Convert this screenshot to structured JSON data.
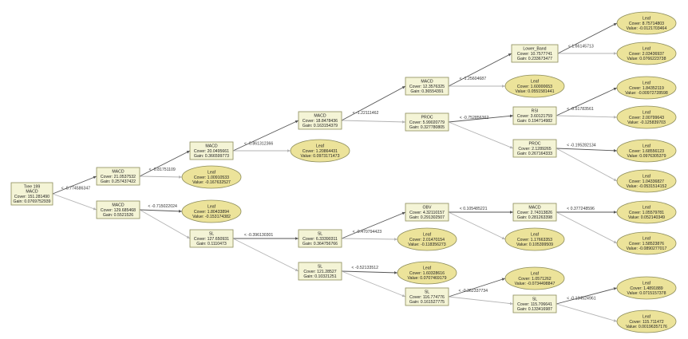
{
  "colors": {
    "split_fill": "#f4f4d6",
    "split_border": "#8c8c5a",
    "leaf_fill": "#ece39a",
    "edge_yes": "#555555",
    "edge_no": "#b3b3b3"
  },
  "nodes": [
    {
      "id": "n0",
      "kind": "split",
      "lines": [
        "Tree 199",
        "MACD",
        "Cover: 151.281490",
        "Gain: 0.0769752939"
      ]
    },
    {
      "id": "n1",
      "kind": "split",
      "lines": [
        "MACD",
        "Cover: 21.0537532",
        "Gain: 0.257437422"
      ]
    },
    {
      "id": "n2",
      "kind": "split",
      "lines": [
        "MACD",
        "Cover: 129.685468",
        "Gain: 0.5521526"
      ]
    },
    {
      "id": "n3",
      "kind": "split",
      "lines": [
        "MACD",
        "Cover: 20.0495661",
        "Gain: 0.366599773"
      ]
    },
    {
      "id": "n4",
      "kind": "leaf",
      "lines": [
        "Leaf",
        "Cover: 1.00910533",
        "Value: -0.167632527"
      ]
    },
    {
      "id": "n5",
      "kind": "leaf",
      "lines": [
        "Leaf",
        "Cover: 1.80433894",
        "Value: -0.153174382"
      ]
    },
    {
      "id": "n6",
      "kind": "split",
      "lines": [
        "SL",
        "Cover: 127.650931",
        "Gain: 0.1110473"
      ]
    },
    {
      "id": "n7",
      "kind": "split",
      "lines": [
        "MACD",
        "Cover: 18.8478436",
        "Gain: 0.163154379"
      ]
    },
    {
      "id": "n8",
      "kind": "leaf",
      "lines": [
        "Leaf",
        "Cover: 1.20864431",
        "Value: 0.0973171473"
      ]
    },
    {
      "id": "n9",
      "kind": "split",
      "lines": [
        "SL",
        "Cover: 6.33390311",
        "Gain: 0.364756766"
      ]
    },
    {
      "id": "n10",
      "kind": "split",
      "lines": [
        "SL",
        "Cover: 121.28527",
        "Gain: 0.10321251"
      ]
    },
    {
      "id": "n11",
      "kind": "split",
      "lines": [
        "MACD",
        "Cover: 12.3576325",
        "Gain: 0.36554391"
      ]
    },
    {
      "id": "n12",
      "kind": "split",
      "lines": [
        "PROC",
        "Cover: 5.99020779",
        "Gain: 0.327780805"
      ]
    },
    {
      "id": "n13",
      "kind": "split",
      "lines": [
        "OBV",
        "Cover: 4.32110157",
        "Gain: 0.291302507"
      ]
    },
    {
      "id": "n14",
      "kind": "leaf",
      "lines": [
        "Leaf",
        "Cover: 2.01470154",
        "Value: -0.118356273"
      ]
    },
    {
      "id": "n15",
      "kind": "leaf",
      "lines": [
        "Leaf",
        "Cover: 1.60328616",
        "Value: 0.0707469179"
      ]
    },
    {
      "id": "n16",
      "kind": "split",
      "lines": [
        "SL",
        "Cover: 116.774776",
        "Gain: 0.161527775"
      ]
    },
    {
      "id": "n17",
      "kind": "split",
      "lines": [
        "Lower_Band",
        "Cover: 10.7577741",
        "Gain: 0.233673477"
      ]
    },
    {
      "id": "n18",
      "kind": "leaf",
      "lines": [
        "Leaf",
        "Cover: 1.60000653",
        "Value: 0.0551581441"
      ]
    },
    {
      "id": "n19",
      "kind": "split",
      "lines": [
        "RSI",
        "Cover: 3.60121759",
        "Gain: 0.194714982"
      ]
    },
    {
      "id": "n20",
      "kind": "split",
      "lines": [
        "PROC",
        "Cover: 2.1289265",
        "Gain: 0.267164333"
      ]
    },
    {
      "id": "n21",
      "kind": "split",
      "lines": [
        "MACD",
        "Cover: 2.74313826",
        "Gain: 0.281263398"
      ]
    },
    {
      "id": "n22",
      "kind": "leaf",
      "lines": [
        "Leaf",
        "Cover: 1.17663353",
        "Value: 0.105399509"
      ]
    },
    {
      "id": "n23",
      "kind": "leaf",
      "lines": [
        "Leaf",
        "Cover: 1.0571262",
        "Value: -0.0734498847"
      ]
    },
    {
      "id": "n24",
      "kind": "split",
      "lines": [
        "SL",
        "Cover: 115.706641",
        "Gain: 0.133416987"
      ]
    },
    {
      "id": "n25",
      "kind": "leaf",
      "lines": [
        "Leaf",
        "Cover: 8.75714803",
        "Value: -0.0121703464"
      ]
    },
    {
      "id": "n26",
      "kind": "leaf",
      "lines": [
        "Leaf",
        "Cover: 2.03436937",
        "Value: 0.0766223738"
      ]
    },
    {
      "id": "n27",
      "kind": "leaf",
      "lines": [
        "Leaf",
        "Cover: 1.84352119",
        "Value: -0.00972728598"
      ]
    },
    {
      "id": "n28",
      "kind": "leaf",
      "lines": [
        "Leaf",
        "Cover: 2.00799643",
        "Value: -0.125839703"
      ]
    },
    {
      "id": "n29",
      "kind": "leaf",
      "lines": [
        "Leaf",
        "Cover: 1.68556123",
        "Value: 0.0976305379"
      ]
    },
    {
      "id": "n30",
      "kind": "leaf",
      "lines": [
        "Leaf",
        "Cover: 1.04336827",
        "Value: -0.0531514152"
      ]
    },
    {
      "id": "n31",
      "kind": "leaf",
      "lines": [
        "Leaf",
        "Cover: 1.05579781",
        "Value: 0.052140349"
      ]
    },
    {
      "id": "n32",
      "kind": "leaf",
      "lines": [
        "Leaf",
        "Cover: 1.58523876",
        "Value: -0.0890277017"
      ]
    },
    {
      "id": "n33",
      "kind": "leaf",
      "lines": [
        "Leaf",
        "Cover: 1.4891889",
        "Value: 0.0715157378"
      ]
    },
    {
      "id": "n34",
      "kind": "leaf",
      "lines": [
        "Leaf",
        "Cover: 115.711472",
        "Value: 0.00196357176"
      ]
    }
  ],
  "edges": [
    {
      "from": "n0",
      "to": "n1",
      "kind": "yes",
      "label": "< -0.774586347"
    },
    {
      "from": "n0",
      "to": "n2",
      "kind": "no",
      "label": ""
    },
    {
      "from": "n1",
      "to": "n3",
      "kind": "yes",
      "label": "< -0.81751109"
    },
    {
      "from": "n1",
      "to": "n4",
      "kind": "no",
      "label": ""
    },
    {
      "from": "n2",
      "to": "n5",
      "kind": "yes",
      "label": "< -0.715022024"
    },
    {
      "from": "n2",
      "to": "n6",
      "kind": "no",
      "label": ""
    },
    {
      "from": "n3",
      "to": "n7",
      "kind": "yes",
      "label": "< -0.861312366"
    },
    {
      "from": "n3",
      "to": "n8",
      "kind": "no",
      "label": ""
    },
    {
      "from": "n6",
      "to": "n9",
      "kind": "yes",
      "label": "< -0.396130301"
    },
    {
      "from": "n6",
      "to": "n10",
      "kind": "no",
      "label": ""
    },
    {
      "from": "n7",
      "to": "n11",
      "kind": "yes",
      "label": "< -1.22111462"
    },
    {
      "from": "n7",
      "to": "n12",
      "kind": "no",
      "label": ""
    },
    {
      "from": "n9",
      "to": "n13",
      "kind": "yes",
      "label": "< -0.470794423"
    },
    {
      "from": "n9",
      "to": "n14",
      "kind": "no",
      "label": ""
    },
    {
      "from": "n10",
      "to": "n15",
      "kind": "yes",
      "label": "< -0.52133512"
    },
    {
      "from": "n10",
      "to": "n16",
      "kind": "no",
      "label": ""
    },
    {
      "from": "n11",
      "to": "n17",
      "kind": "yes",
      "label": "< -1.25604687"
    },
    {
      "from": "n11",
      "to": "n18",
      "kind": "no",
      "label": ""
    },
    {
      "from": "n12",
      "to": "n19",
      "kind": "yes",
      "label": "< -0.752856362"
    },
    {
      "from": "n12",
      "to": "n20",
      "kind": "no",
      "label": ""
    },
    {
      "from": "n13",
      "to": "n21",
      "kind": "yes",
      "label": "< 0.105485221"
    },
    {
      "from": "n13",
      "to": "n22",
      "kind": "no",
      "label": ""
    },
    {
      "from": "n16",
      "to": "n23",
      "kind": "yes",
      "label": "< -0.362337734"
    },
    {
      "from": "n16",
      "to": "n24",
      "kind": "no",
      "label": ""
    },
    {
      "from": "n17",
      "to": "n25",
      "kind": "yes",
      "label": "< 1.66145713"
    },
    {
      "from": "n17",
      "to": "n26",
      "kind": "no",
      "label": ""
    },
    {
      "from": "n19",
      "to": "n27",
      "kind": "yes",
      "label": "< -0.51783561"
    },
    {
      "from": "n19",
      "to": "n28",
      "kind": "no",
      "label": ""
    },
    {
      "from": "n20",
      "to": "n29",
      "kind": "yes",
      "label": "< -0.195282134"
    },
    {
      "from": "n20",
      "to": "n30",
      "kind": "no",
      "label": ""
    },
    {
      "from": "n21",
      "to": "n31",
      "kind": "yes",
      "label": "< 0.377248596"
    },
    {
      "from": "n21",
      "to": "n32",
      "kind": "no",
      "label": ""
    },
    {
      "from": "n24",
      "to": "n33",
      "kind": "yes",
      "label": "< -0.134524961"
    },
    {
      "from": "n24",
      "to": "n34",
      "kind": "no",
      "label": ""
    }
  ]
}
